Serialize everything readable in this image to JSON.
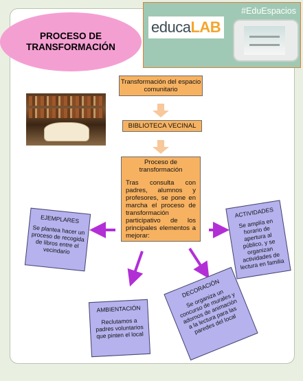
{
  "title": "PROCESO DE TRANSFORMACIÓN",
  "banner": {
    "brand_prefix": "educa",
    "brand_suffix": "LAB",
    "hashtag": "#EduEspacios"
  },
  "flow": {
    "step1": "Transformación del espacio comunitario",
    "step2": "BIBLIOTECA VECINAL",
    "step3_title": "Proceso de transformación",
    "step3_body": "Tras consulta con padres, alumnos y profesores, se pone en marcha el proceso de transformación participativo de los principales elementos a mejorar:"
  },
  "elements": [
    {
      "title": "EJEMPLARES",
      "body": "Se plantea hacer un proceso de recogida de libros entre el vecindario"
    },
    {
      "title": "ACTIVIDADES",
      "body": "Se amplía en horario de apertura al público, y se organizan actividades de lectura en familia"
    },
    {
      "title": "AMBIENTACIÓN",
      "body": "Reclutamos a padres voluntarios que pinten el local"
    },
    {
      "title": "DECORACIÓN",
      "body": "Se organiza un concurso de murales y adornos de animación a la lectura para las paredes del local"
    }
  ],
  "colors": {
    "title_bg": "#f49fd2",
    "flow_box": "#f7b261",
    "element_box": "#b5b2ee",
    "arrow": "#b22fd6",
    "flow_arrow": "#f8c79a"
  }
}
